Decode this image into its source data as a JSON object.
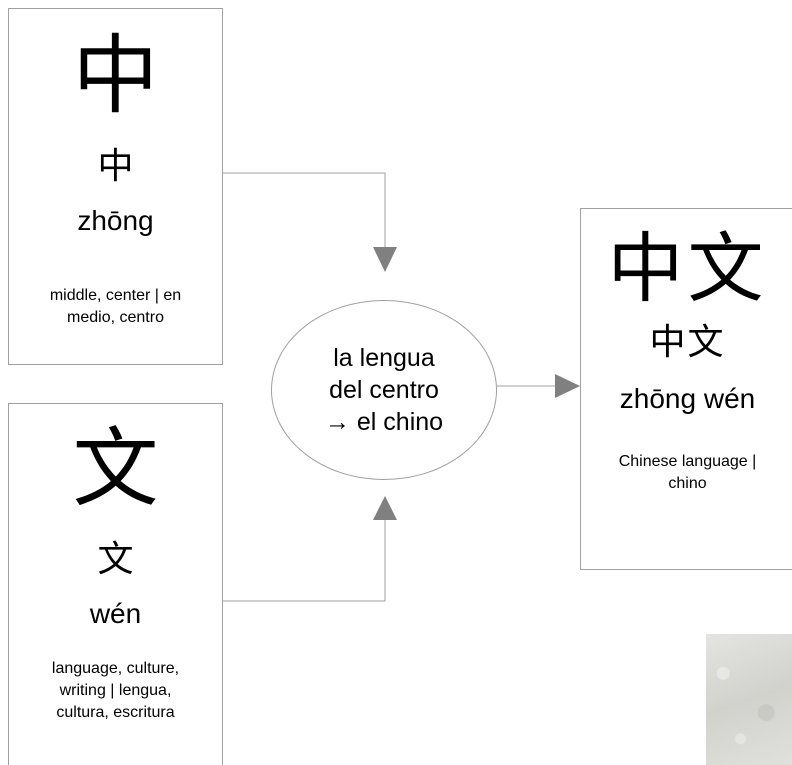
{
  "cards": {
    "zhong": {
      "character": "中",
      "character_small": "中",
      "pinyin": "zhōng",
      "meaning_line1": "middle, center | en",
      "meaning_line2": "medio, centro"
    },
    "wen": {
      "character": "文",
      "character_small": "文",
      "pinyin": "wén",
      "meaning_line1": "language, culture,",
      "meaning_line2": "writing | lengua,",
      "meaning_line3": "cultura, escritura"
    },
    "zhongwen": {
      "character": "中文",
      "character_small": "中文",
      "pinyin": "zhōng wén",
      "meaning_line1": "Chinese language |",
      "meaning_line2": "chino"
    }
  },
  "center": {
    "line1": "la lengua",
    "line2": "del centro",
    "line3": "→  el chino"
  },
  "colors": {
    "border": "#a0a0a0",
    "connector": "#a0a0a0",
    "arrowhead": "#808080",
    "text": "#000000"
  }
}
